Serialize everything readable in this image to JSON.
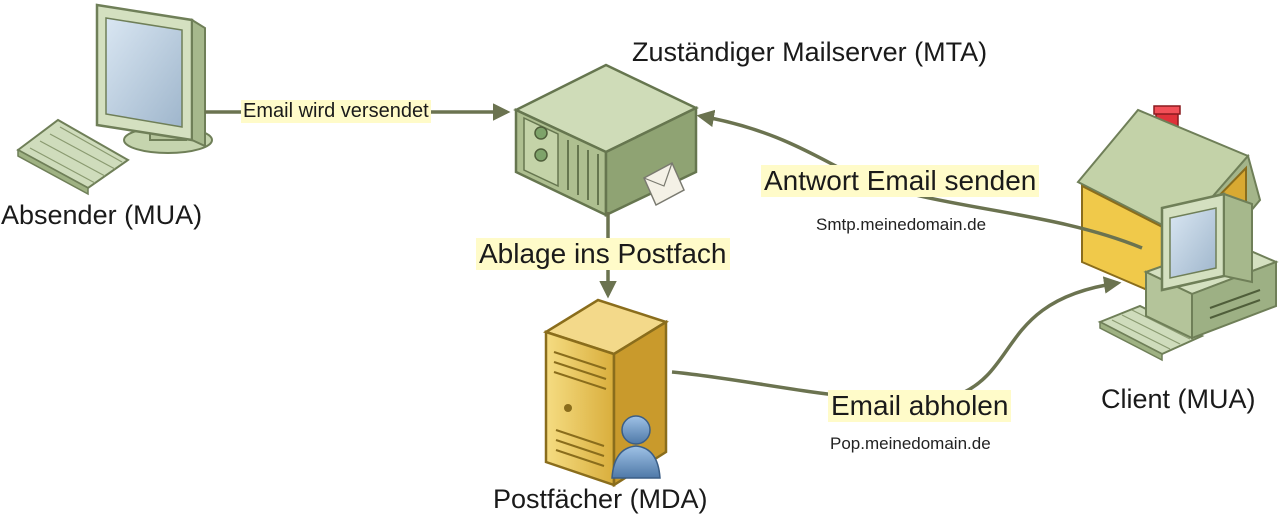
{
  "nodes": {
    "sender": {
      "label": "Absender (MUA)",
      "icon": "desktop-computer-icon"
    },
    "mta": {
      "label": "Zuständiger Mailserver (MTA)",
      "icon": "mail-server-icon"
    },
    "mda": {
      "label": "Postfächer (MDA)",
      "icon": "mailbox-server-icon"
    },
    "client": {
      "label": "Client (MUA)",
      "icon": "home-computer-icon"
    }
  },
  "edges": {
    "send": {
      "label": "Email wird versendet"
    },
    "store": {
      "label": "Ablage ins Postfach"
    },
    "reply": {
      "label": "Antwort Email senden",
      "host": "Smtp.meinedomain.de"
    },
    "fetch": {
      "label": "Email abholen",
      "host": "Pop.meinedomain.de"
    }
  },
  "colors": {
    "arrow": "#6b7350",
    "label_highlight": "#fffbc9",
    "server_green": "#b5c99a",
    "server_gold": "#e8c55a",
    "monitor_green": "#c8d8b0"
  }
}
